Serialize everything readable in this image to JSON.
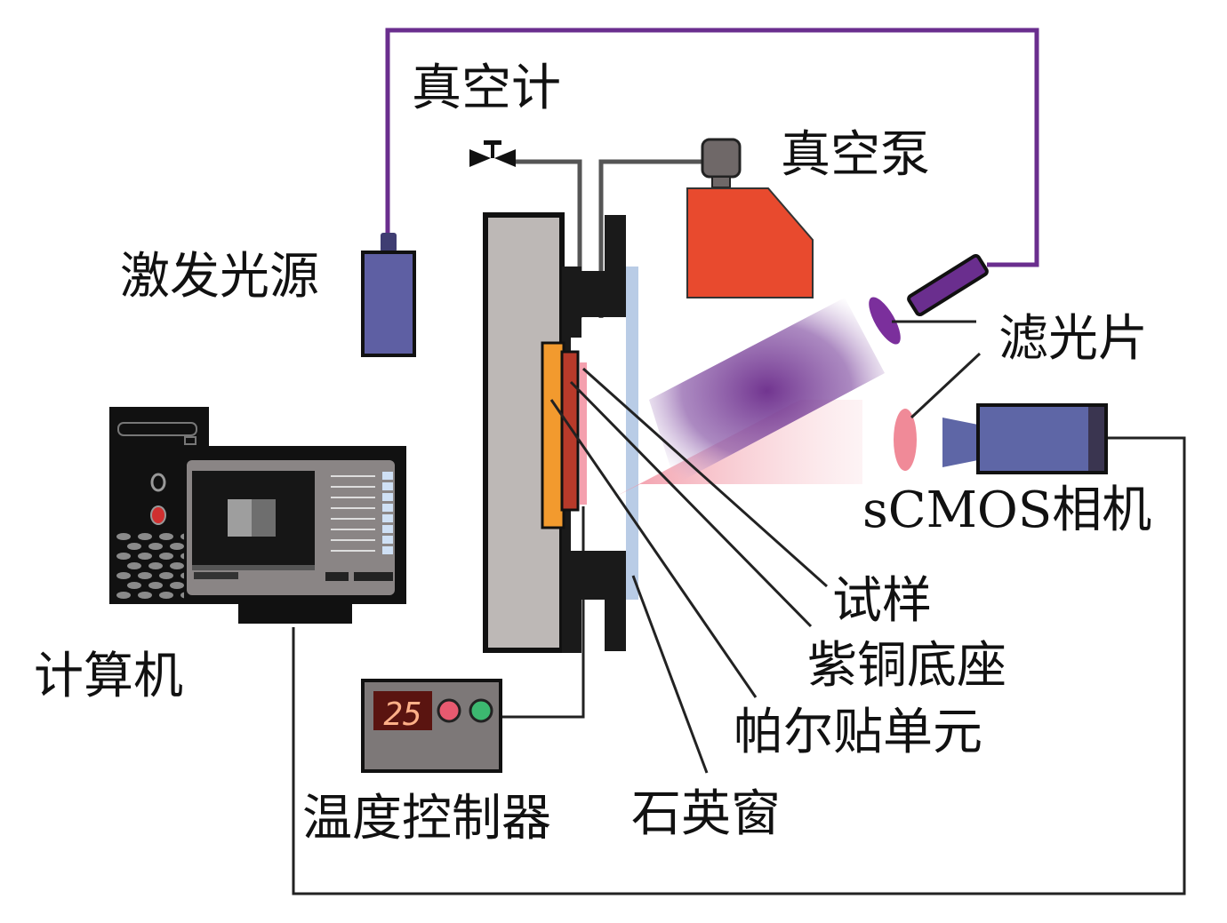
{
  "labels": {
    "vacuum_gauge": "真空计",
    "vacuum_pump": "真空泵",
    "excitation_light": "激发光源",
    "filter": "滤光片",
    "camera": "sCMOS相机",
    "sample": "试样",
    "copper_base": "紫铜底座",
    "peltier": "帕尔贴单元",
    "quartz_window": "石英窗",
    "temp_controller": "温度控制器",
    "computer": "计算机"
  },
  "temp_controller": {
    "display_value": "25"
  },
  "colors": {
    "excitation_cable": "#6a2e8e",
    "pump": "#e84a2e",
    "light_source": "#5e5fa3",
    "camera_body": "#5e66a6",
    "peltier": "#f29a2e",
    "copper_base": "#b83a2a",
    "sample": "#f4a0ae",
    "quartz": "#b9cce6",
    "chamber": "#bdb8b6",
    "filter_excitation": "#7b2f9c",
    "filter_emission": "#f08a98",
    "led_red": "#e85a70",
    "led_green": "#3cb870"
  }
}
